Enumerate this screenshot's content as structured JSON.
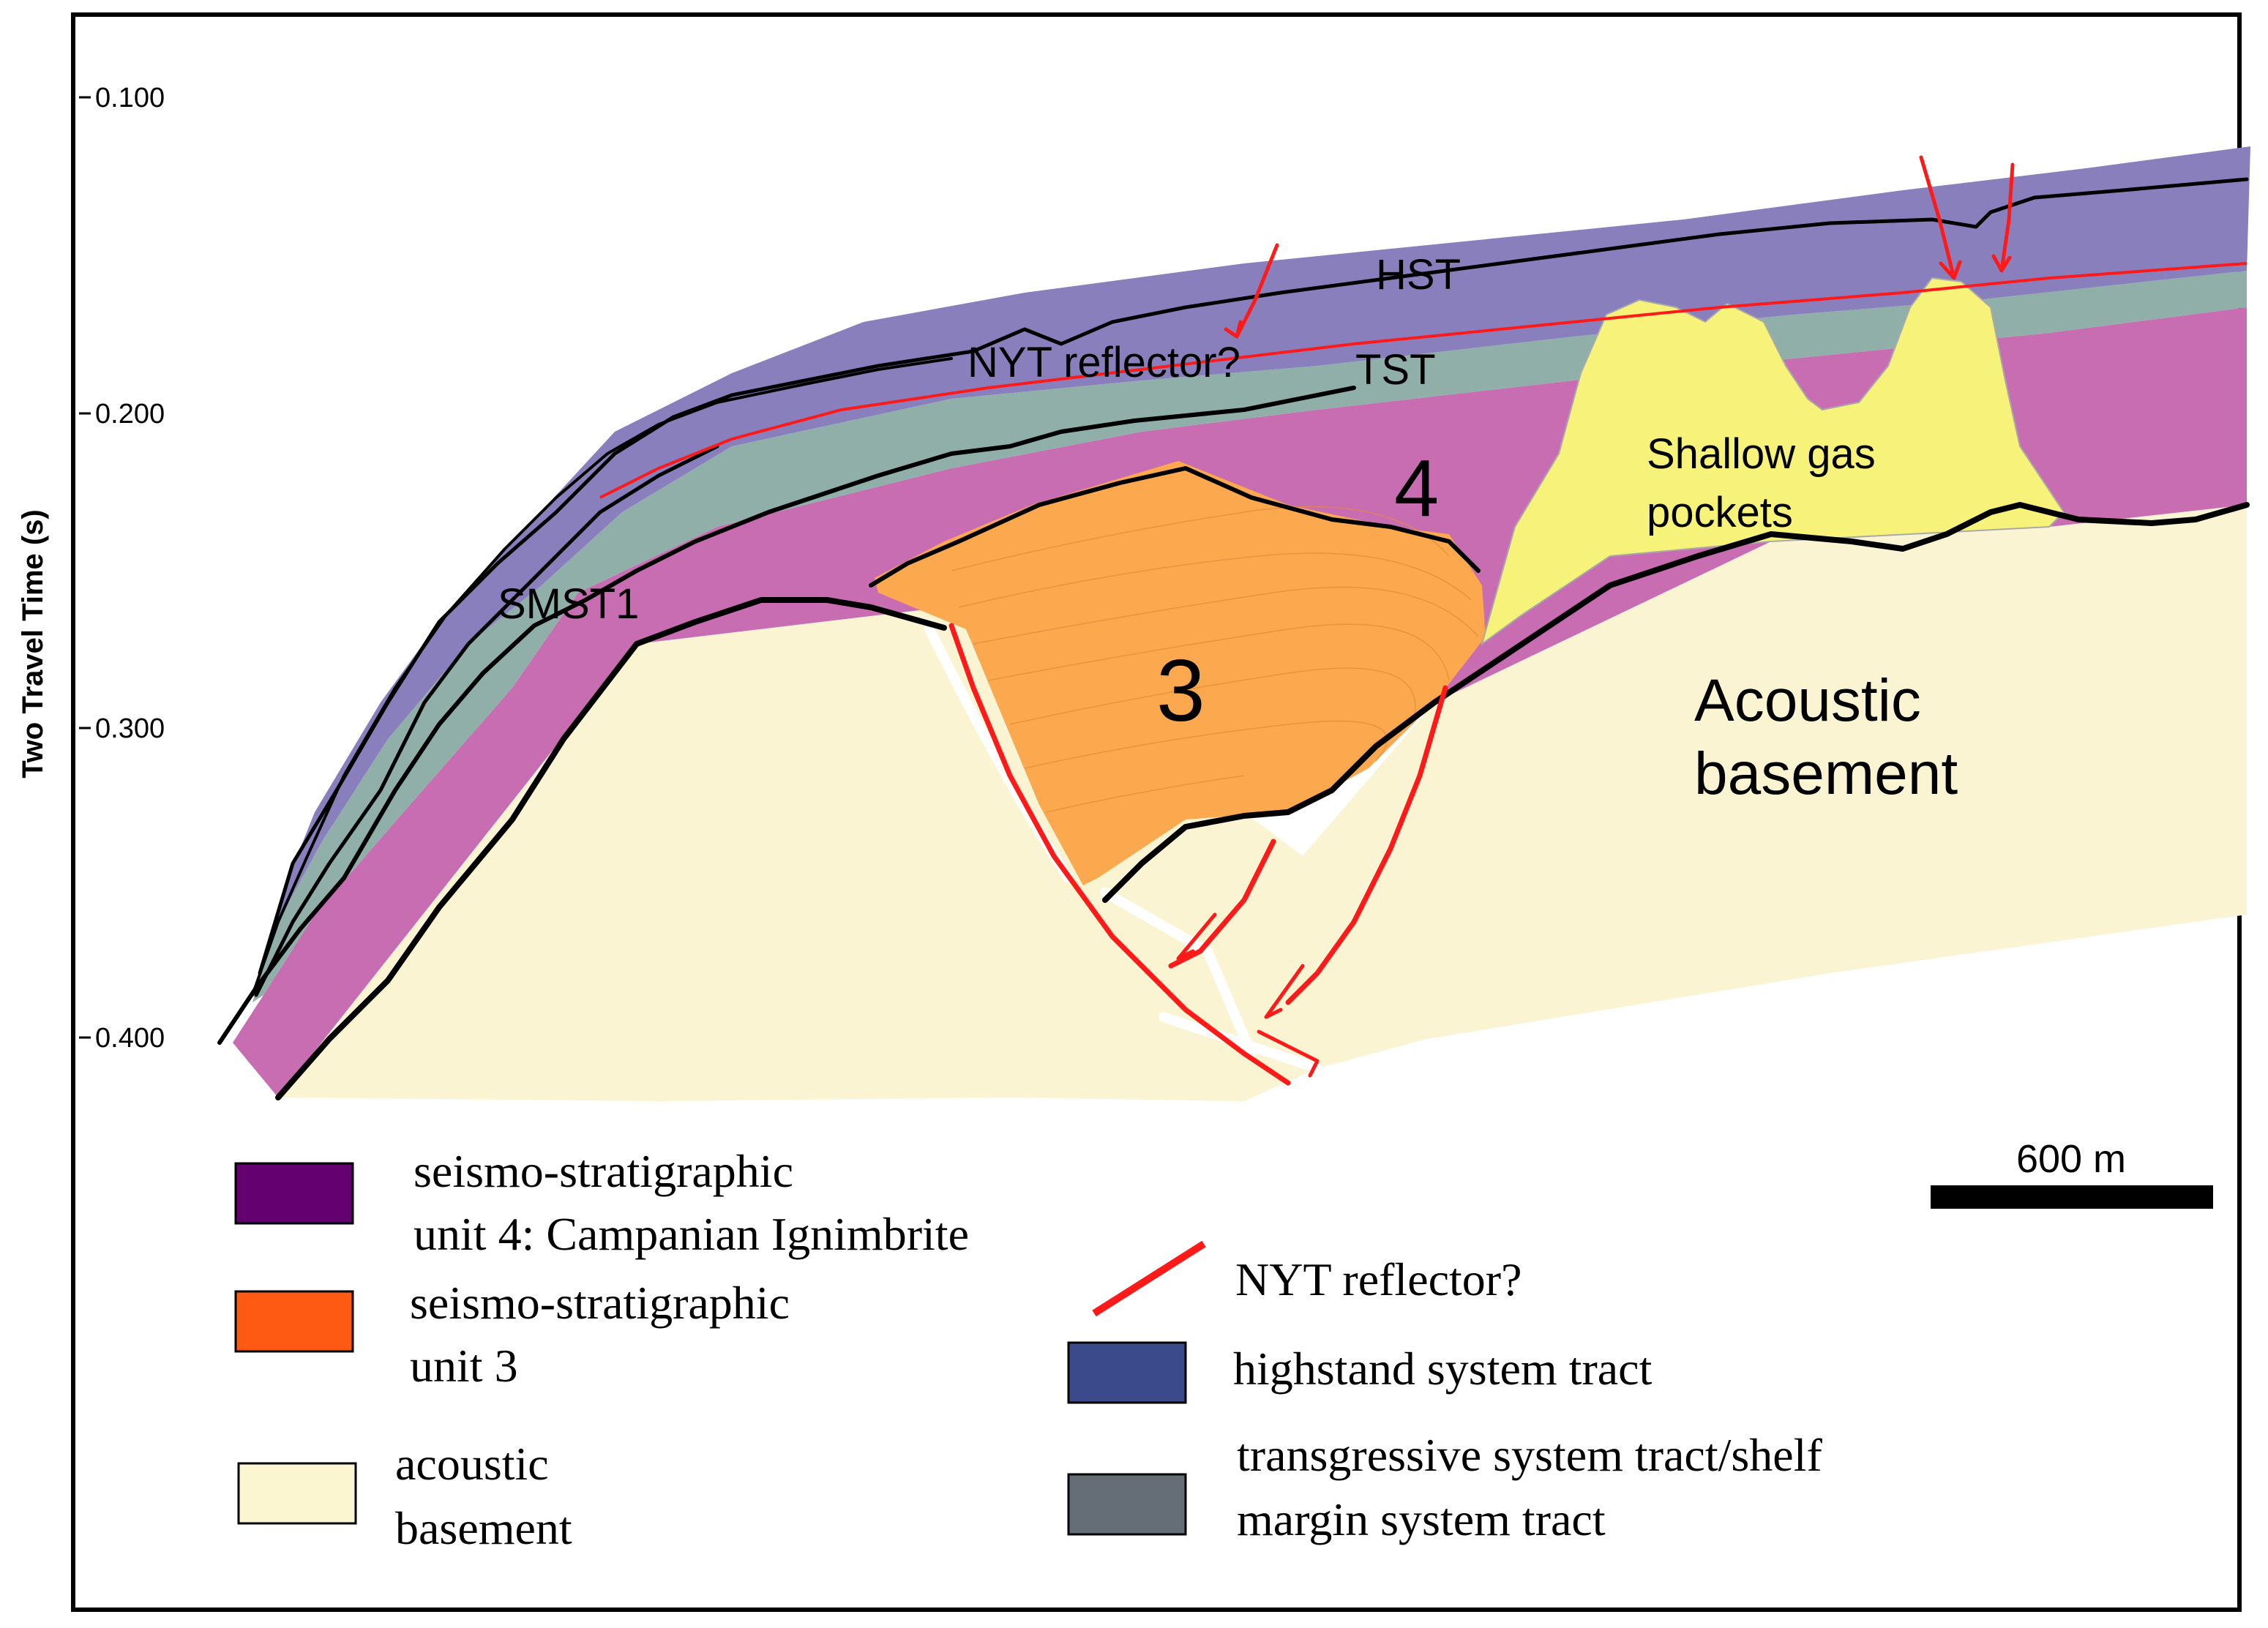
{
  "axis": {
    "ylabel": "Two Travel Time (s)",
    "ticks": [
      "0.100",
      "0.200",
      "0.300",
      "0.400"
    ]
  },
  "labels": {
    "hst": "HST",
    "tst": "TST",
    "nyt": "NYT reflector?",
    "smst": "SMST1",
    "unit4": "4",
    "unit3": "3",
    "gas": [
      "Shallow gas",
      "pockets"
    ],
    "basement": [
      "Acoustic",
      "basement"
    ]
  },
  "scale_bar": {
    "label": "600 m"
  },
  "legend": [
    {
      "lines": [
        "seismo-stratigraphic",
        "unit 4: Campanian Ignimbrite"
      ],
      "color": "#650070"
    },
    {
      "lines": [
        "seismo-stratigraphic",
        "unit 3"
      ],
      "color": "#ff5a14"
    },
    {
      "lines": [
        "acoustic",
        "basement"
      ],
      "color": "#fbf6cf"
    },
    {
      "lines": [
        "NYT reflector?"
      ],
      "color": "#ff1a1a"
    },
    {
      "lines": [
        "highstand system tract"
      ],
      "color": "#3a4a8a"
    },
    {
      "lines": [
        "transgressive system tract/shelf",
        "margin system tract"
      ],
      "color": "#656e76"
    }
  ],
  "colors": {
    "hst_fill": "#8a7fbd",
    "tst_fill": "#8fafa8",
    "unit4_fill": "#c96db3",
    "unit3_fill": "#fba84f",
    "basement_fill": "#faf4d3",
    "gas_fill": "#f6f27a",
    "fault": "#ff1a1a"
  }
}
